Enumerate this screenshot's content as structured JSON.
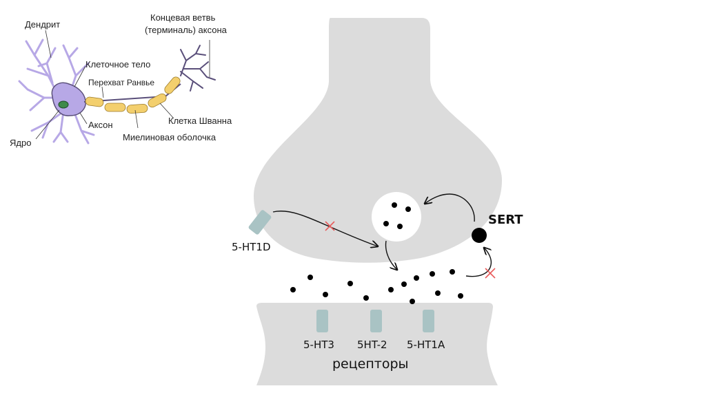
{
  "colors": {
    "synapse_fill": "#dcdcdc",
    "receptor_fill": "#a9c3c4",
    "neuron_body": "#b7a8e6",
    "neuron_outline": "#5a4f7a",
    "myelin": "#f3cf6d",
    "nucleus": "#3f8a4a",
    "blocked_mark": "#e85b5b"
  },
  "neuron_labels": {
    "dendrite": "Дендрит",
    "terminal_line1": "Концевая ветвь",
    "terminal_line2": "(терминаль) аксона",
    "cell_body": "Клеточное тело",
    "ranvier": "Перехват Ранвье",
    "schwann": "Клетка Шванна",
    "axon": "Аксон",
    "nucleus": "Ядро",
    "myelin": "Миелиновая оболочка"
  },
  "synapse_labels": {
    "sert": "SERT",
    "autoreceptor": "5-HT1D",
    "r1": "5-HT3",
    "r2": "5HT-2",
    "r3": "5-HT1A",
    "receptors": "рецепторы"
  },
  "icons": [
    "vesicle",
    "serotonin-molecule",
    "sert-transporter",
    "blocked-x-icon",
    "arrow-icon"
  ]
}
